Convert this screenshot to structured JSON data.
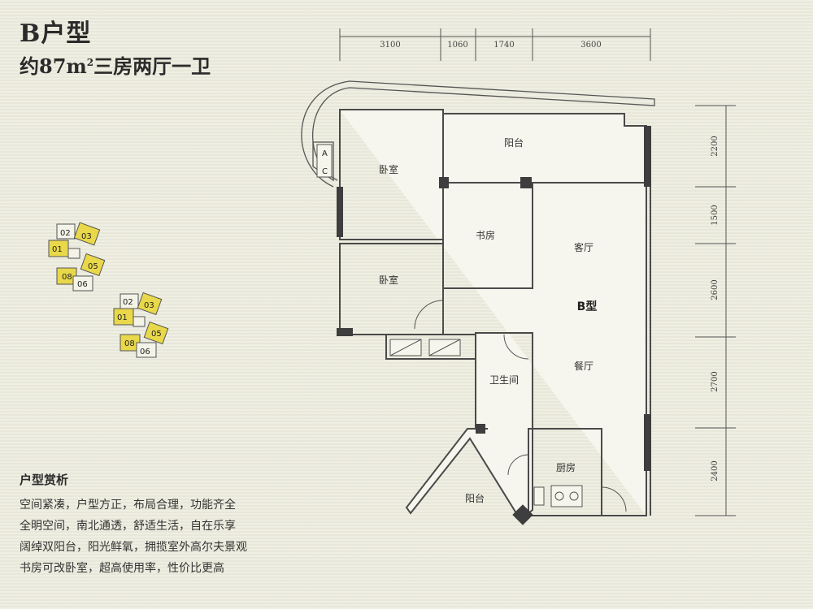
{
  "header": {
    "title": "B户型",
    "subtitle_prefix": "约87m",
    "subtitle_sup": "2",
    "subtitle_suffix": "三房两厅一卫"
  },
  "analysis": {
    "heading": "户型赏析",
    "lines": [
      "空间紧凑，户型方正，布局合理，功能齐全",
      "全明空间，南北通透，舒适生活，自在乐享",
      "阔绰双阳台，阳光鲜氧，拥揽室外高尔夫景观",
      "书房可改卧室，超高使用率，性价比更高"
    ]
  },
  "dimensions": {
    "top": [
      "3100",
      "1060",
      "1740",
      "3600"
    ],
    "right": [
      "2200",
      "1500",
      "2600",
      "2700",
      "2400"
    ]
  },
  "rooms": {
    "balcony_top": "阳台",
    "bedroom_1": "卧室",
    "study": "书房",
    "living": "客厅",
    "bedroom_2": "卧室",
    "unit_type": "B型",
    "dining": "餐厅",
    "bathroom": "卫生间",
    "kitchen": "厨房",
    "balcony_bottom": "阳台"
  },
  "ac_labels": {
    "a": "A",
    "c": "C"
  },
  "key_plan": {
    "units": [
      "02",
      "03",
      "01",
      "05",
      "08",
      "06"
    ],
    "highlight_color": "#e8d84a"
  }
}
